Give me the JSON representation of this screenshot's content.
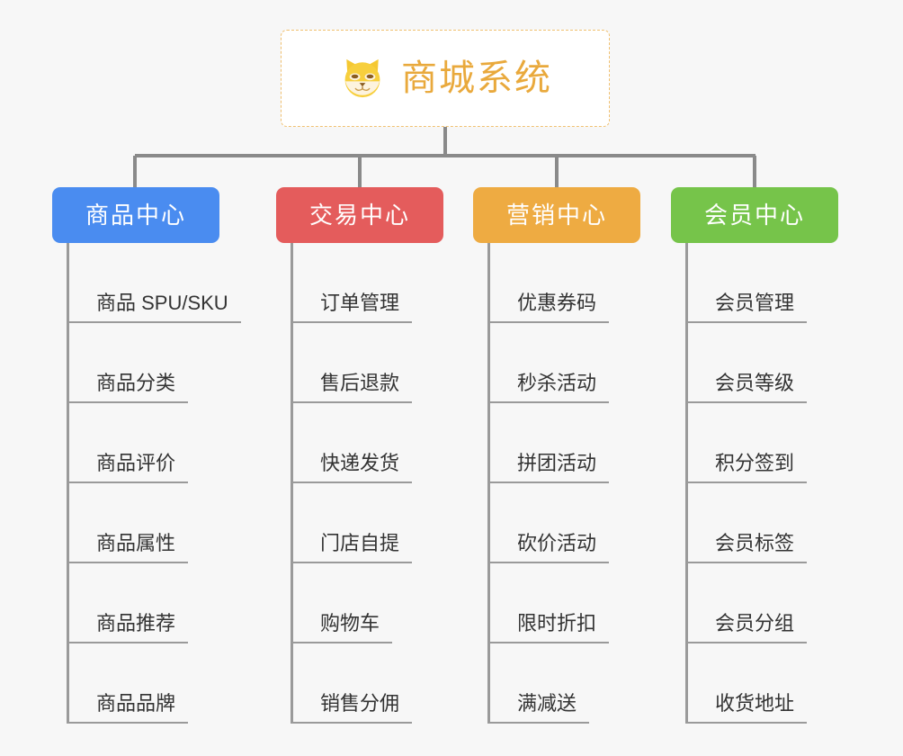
{
  "diagram": {
    "type": "org-chart",
    "background_color": "#f7f7f7",
    "root": {
      "title": "商城系统",
      "logo_icon": "shiba-dog-icon",
      "title_color": "#e9a93c",
      "border_color": "#f0c070",
      "border_style": "dashed",
      "background_color": "#ffffff"
    },
    "branches": [
      {
        "id": "product-center",
        "label": "商品中心",
        "color": "#4a8cf0",
        "items": [
          "商品 SPU/SKU",
          "商品分类",
          "商品评价",
          "商品属性",
          "商品推荐",
          "商品品牌"
        ]
      },
      {
        "id": "trade-center",
        "label": "交易中心",
        "color": "#e45c5c",
        "items": [
          "订单管理",
          "售后退款",
          "快递发货",
          "门店自提",
          "购物车",
          "销售分佣"
        ]
      },
      {
        "id": "marketing-center",
        "label": "营销中心",
        "color": "#eeab42",
        "items": [
          "优惠券码",
          "秒杀活动",
          "拼团活动",
          "砍价活动",
          "限时折扣",
          "满减送"
        ]
      },
      {
        "id": "member-center",
        "label": "会员中心",
        "color": "#76c44a",
        "items": [
          "会员管理",
          "会员等级",
          "积分签到",
          "会员标签",
          "会员分组",
          "收货地址"
        ]
      }
    ],
    "connector_color": "#8a8a8a"
  }
}
